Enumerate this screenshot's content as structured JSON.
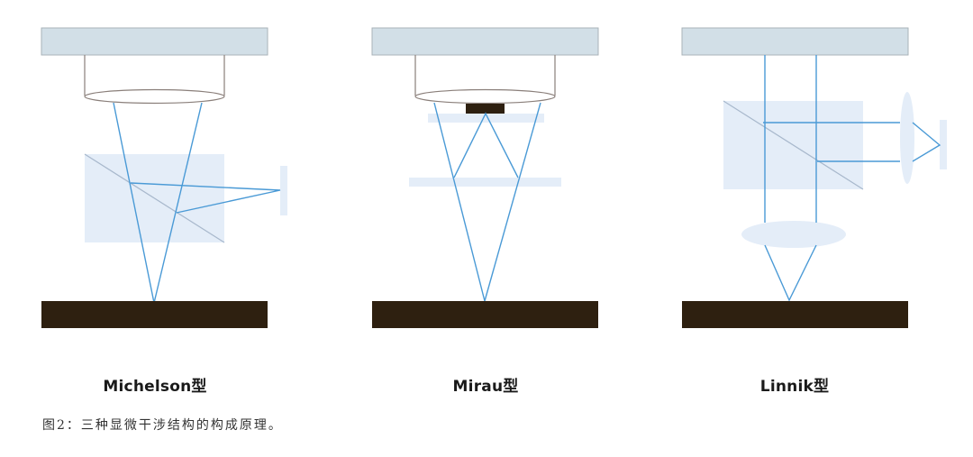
{
  "diagrams": [
    {
      "id": "michelson",
      "label": "Michelson型"
    },
    {
      "id": "mirau",
      "label": "Mirau型"
    },
    {
      "id": "linnik",
      "label": "Linnik型"
    }
  ],
  "caption": "图2：三种显微干涉结构的构成原理。",
  "colors": {
    "objective_plate": "#d2dfe7",
    "optic_glass": "#e4edf8",
    "light_ray": "#4a9ad6",
    "sample": "#2e2010",
    "housing_line": "#8a7f7a"
  }
}
